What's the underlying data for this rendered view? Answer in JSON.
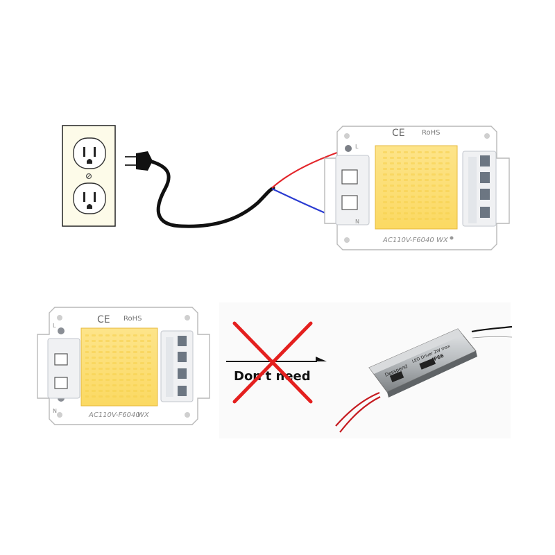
{
  "top_chip": {
    "marks": "CE",
    "rohs": "RoHS",
    "model": "AC110V-F6040",
    "maker": "WX",
    "pin_l": "L",
    "pin_n": "N"
  },
  "bottom_chip": {
    "marks": "CE",
    "rohs": "RoHS",
    "model": "AC110V-F6040",
    "maker": "WX",
    "pin_l": "L",
    "pin_n": "N"
  },
  "notice": {
    "text": "Don't need"
  },
  "driver": {
    "brand": "Desspend",
    "title": "LED Driver 2W max",
    "rating": "IP66"
  },
  "colors": {
    "wire_live": "#e3262b",
    "wire_neutral": "#2a3bd1",
    "cord": "#111111",
    "led_panel": "#fde27a",
    "cross": "#e4201f",
    "board": "#ffffff"
  }
}
